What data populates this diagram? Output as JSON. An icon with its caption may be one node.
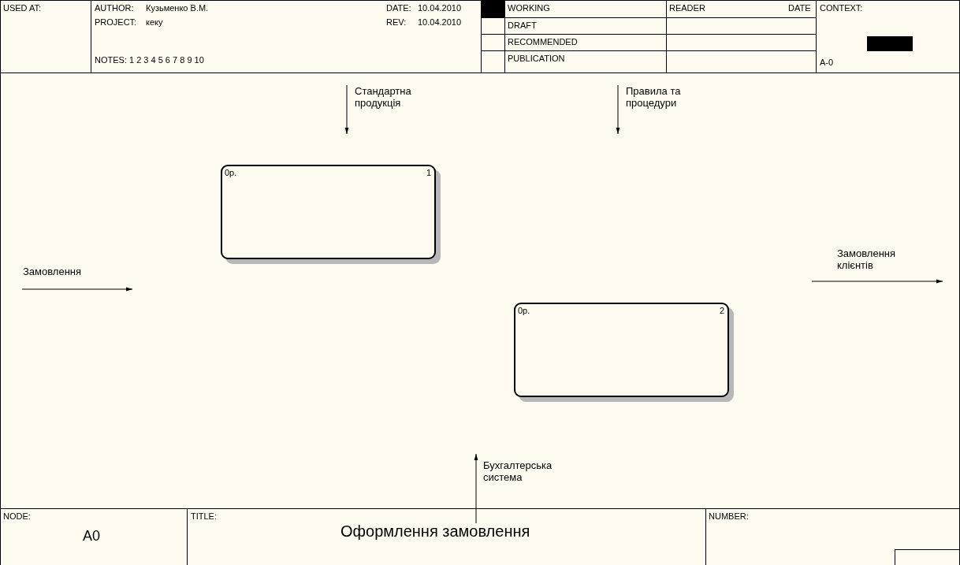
{
  "diagram": {
    "title": "Оформлення замовлення",
    "nodes": [
      {
        "text": [
          "Стандартна продукція"
        ]
      },
      {
        "text": [
          "Правила та процедури"
        ]
      },
      {
        "text": [
          "0р.",
          "1"
        ]
      },
      {
        "text": [
          "Замовлення клієнтів"
        ]
      },
      {
        "text": [
          "Замовлення"
        ]
      },
      {
        "text": [
          "0р.",
          "2"
        ]
      },
      {
        "text": [
          "Бухгалтерська система"
        ]
      }
    ],
    "edges": [
      {
        "from": 0,
        "to": null,
        "arrow": "to"
      },
      {
        "from": 1,
        "to": null,
        "arrow": "to"
      },
      {
        "from": 3,
        "to": null,
        "arrow": "to"
      },
      {
        "from": 4,
        "to": null,
        "arrow": "to"
      },
      {
        "from": null,
        "to": 6,
        "arrow": "to"
      }
    ],
    "labels": [
      "USED AT:",
      "AUTHOR:",
      "Кузьменко В.М.",
      "DATE:",
      "10.04.2010",
      "WORKING",
      "READER",
      "DATE",
      "CONTEXT:",
      "PROJECT:",
      "кеку",
      "REV:",
      "10.04.2010",
      "DRAFT",
      "RECOMMENDED",
      "NOTES: 1 2 3 4 5 6 7 8 9 10",
      "PUBLICATION",
      "A-0",
      "NODE:",
      "A0",
      "TITLE:",
      "NUMBER:"
    ]
  }
}
